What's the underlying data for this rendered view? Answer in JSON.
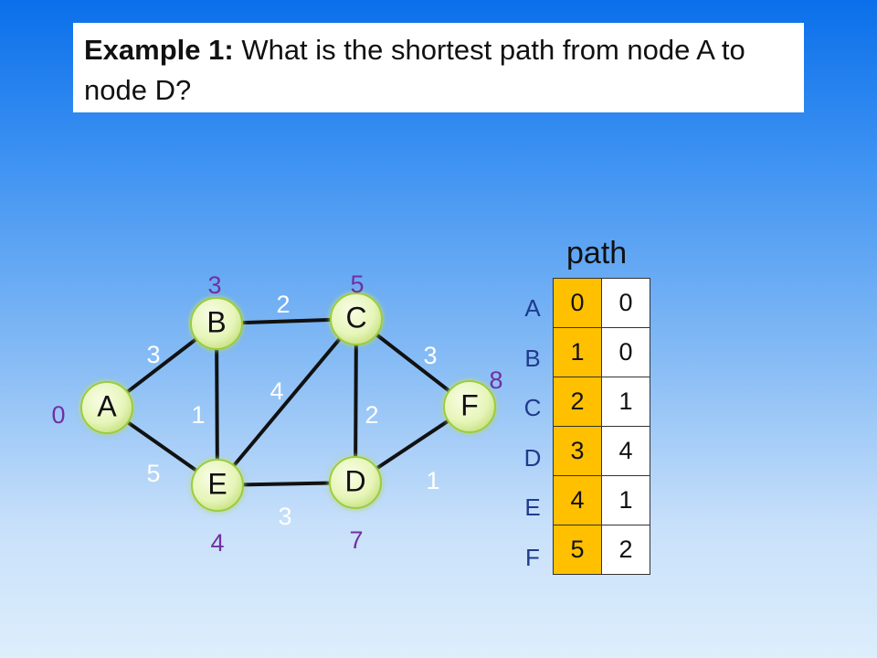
{
  "title": {
    "bold": "Example 1:",
    "text": " What is the shortest path from node A to node D?"
  },
  "graph": {
    "nodes": [
      {
        "id": "A",
        "label": "A",
        "dist": "0"
      },
      {
        "id": "B",
        "label": "B",
        "dist": "3"
      },
      {
        "id": "C",
        "label": "C",
        "dist": "5"
      },
      {
        "id": "D",
        "label": "D",
        "dist": "7"
      },
      {
        "id": "E",
        "label": "E",
        "dist": "4"
      },
      {
        "id": "F",
        "label": "F",
        "dist": "8"
      }
    ],
    "edges": [
      {
        "from": "A",
        "to": "B",
        "weight": "3"
      },
      {
        "from": "A",
        "to": "E",
        "weight": "5"
      },
      {
        "from": "B",
        "to": "C",
        "weight": "2"
      },
      {
        "from": "B",
        "to": "E",
        "weight": "1"
      },
      {
        "from": "C",
        "to": "E",
        "weight": "4"
      },
      {
        "from": "C",
        "to": "D",
        "weight": "2"
      },
      {
        "from": "C",
        "to": "F",
        "weight": "3"
      },
      {
        "from": "E",
        "to": "D",
        "weight": "3"
      },
      {
        "from": "D",
        "to": "F",
        "weight": "1"
      }
    ]
  },
  "path_table": {
    "title": "path",
    "rows": [
      {
        "label": "A",
        "index": "0",
        "value": "0"
      },
      {
        "label": "B",
        "index": "1",
        "value": "0"
      },
      {
        "label": "C",
        "index": "2",
        "value": "1"
      },
      {
        "label": "D",
        "index": "3",
        "value": "4"
      },
      {
        "label": "E",
        "index": "4",
        "value": "1"
      },
      {
        "label": "F",
        "index": "5",
        "value": "2"
      }
    ]
  },
  "colors": {
    "node_fill": "#e6f5b8",
    "distance_text": "#7030a0",
    "weight_text": "#ffffff",
    "index_cell": "#ffc000",
    "row_label": "#1f3b8c"
  }
}
